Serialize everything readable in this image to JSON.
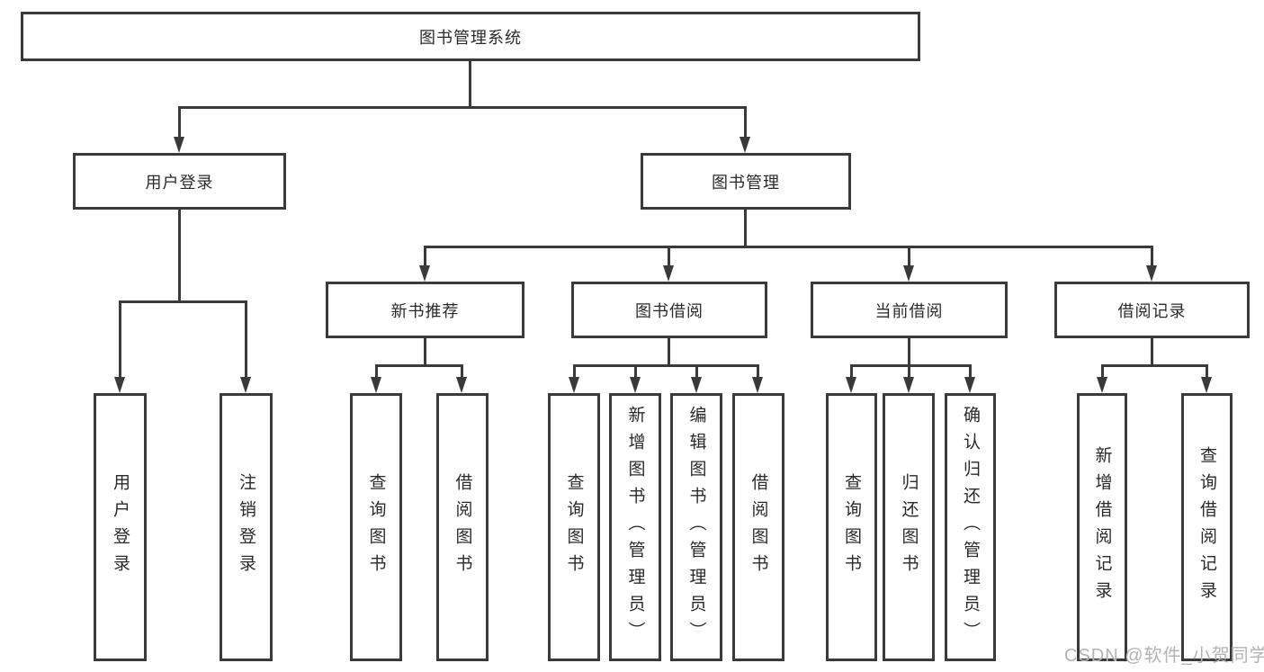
{
  "diagram": {
    "root": {
      "label": "图书管理系统"
    },
    "level2": [
      {
        "label": "用户登录"
      },
      {
        "label": "图书管理"
      }
    ],
    "level3": [
      {
        "label": "新书推荐"
      },
      {
        "label": "图书借阅"
      },
      {
        "label": "当前借阅"
      },
      {
        "label": "借阅记录"
      }
    ],
    "leaves": [
      {
        "label": "用户登录"
      },
      {
        "label": "注销登录"
      },
      {
        "label": "查询图书"
      },
      {
        "label": "借阅图书"
      },
      {
        "label": "查询图书"
      },
      {
        "label": "新增图书（管理员）"
      },
      {
        "label": "编辑图书（管理员）"
      },
      {
        "label": "借阅图书"
      },
      {
        "label": "查询图书"
      },
      {
        "label": "归还图书"
      },
      {
        "label": "确认归还（管理员）"
      },
      {
        "label": "新增借阅记录"
      },
      {
        "label": "查询借阅记录"
      }
    ]
  },
  "watermark": "CSDN @软件_小贺同学",
  "colors": {
    "line": "#3a3a3a",
    "text": "#2a2a2a",
    "watermark": "#b3b3b3",
    "background": "#ffffff"
  }
}
